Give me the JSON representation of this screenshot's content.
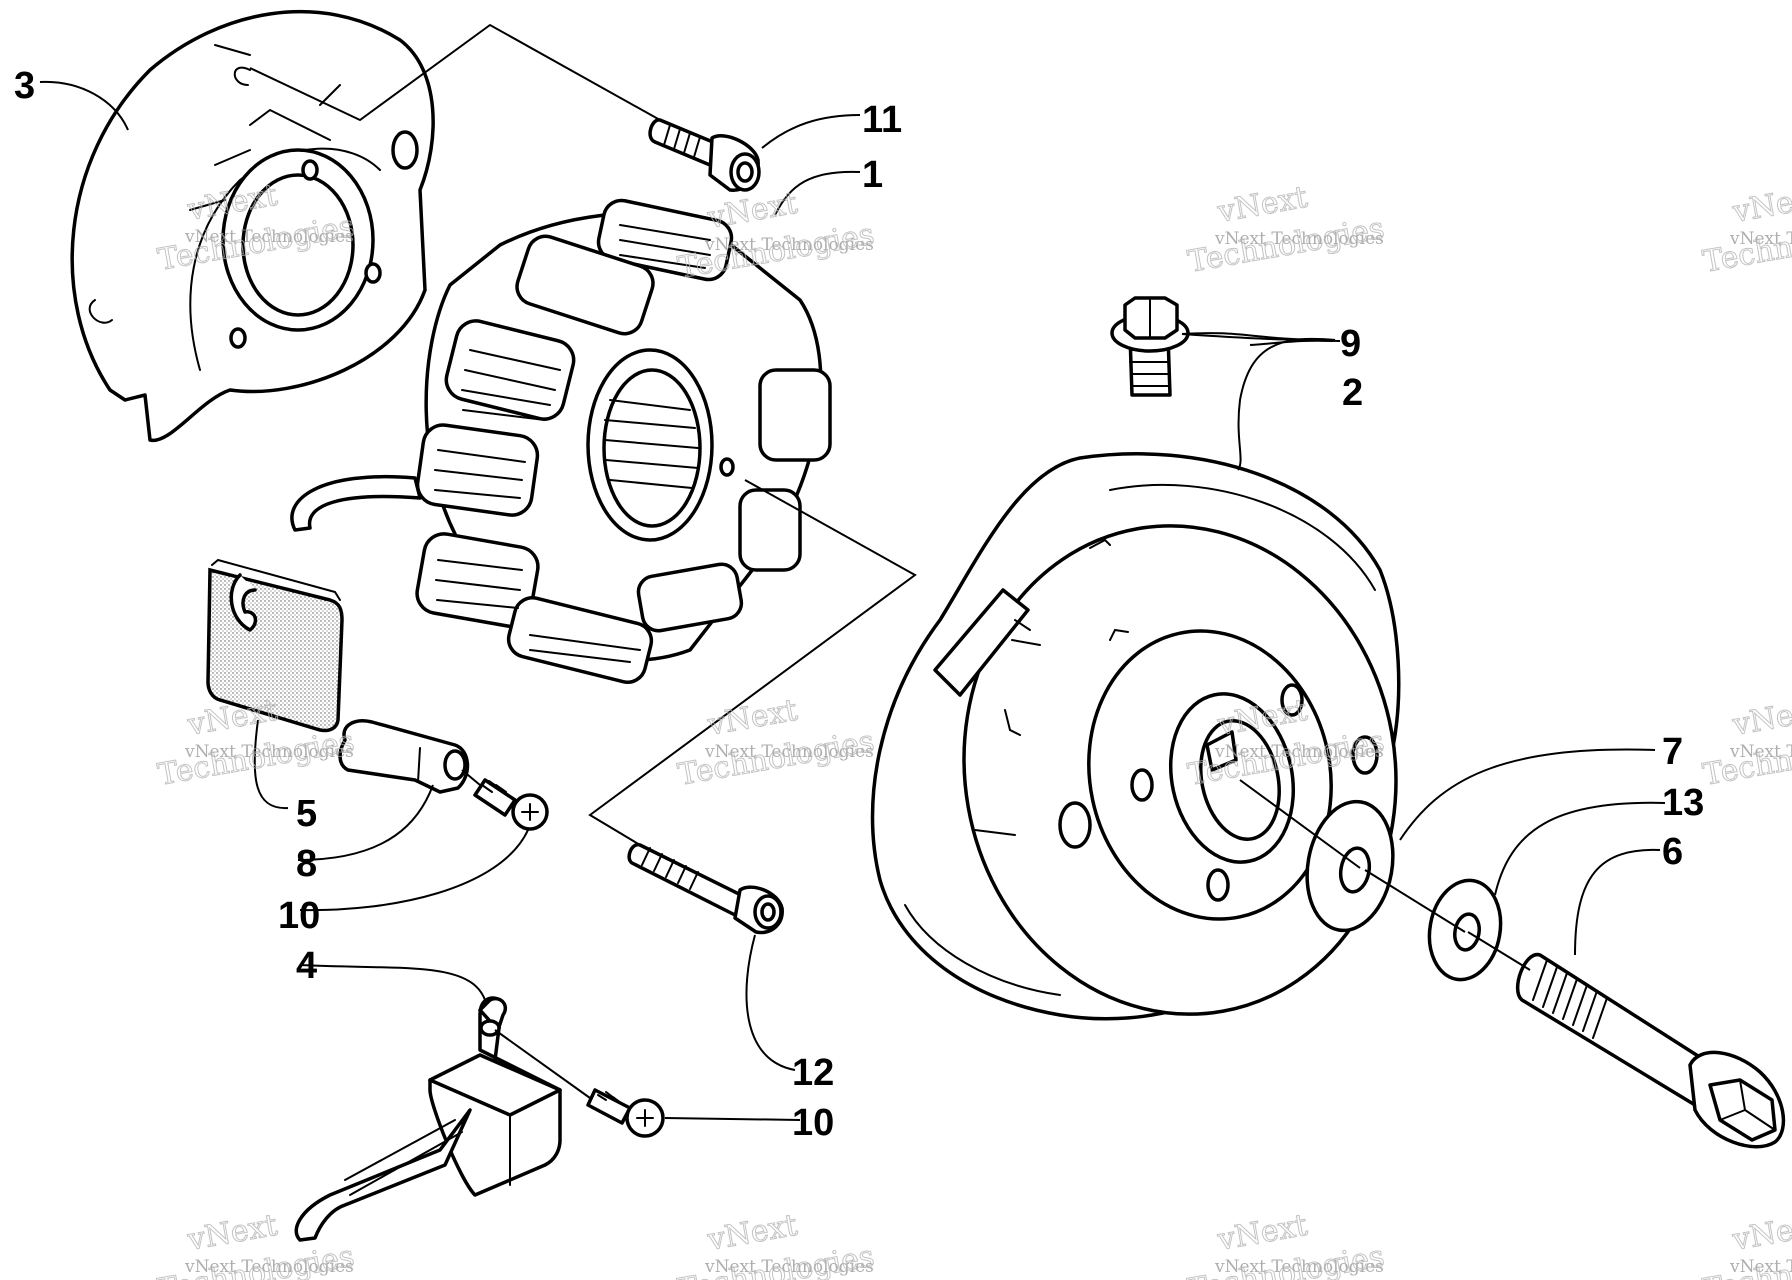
{
  "callouts": [
    {
      "id": "c1",
      "text": "1"
    },
    {
      "id": "c2",
      "text": "2"
    },
    {
      "id": "c3",
      "text": "3"
    },
    {
      "id": "c4",
      "text": "4"
    },
    {
      "id": "c5",
      "text": "5"
    },
    {
      "id": "c6",
      "text": "6"
    },
    {
      "id": "c7",
      "text": "7"
    },
    {
      "id": "c8",
      "text": "8"
    },
    {
      "id": "c9",
      "text": "9"
    },
    {
      "id": "c10a",
      "text": "10"
    },
    {
      "id": "c10b",
      "text": "10"
    },
    {
      "id": "c11",
      "text": "11"
    },
    {
      "id": "c12",
      "text": "12"
    },
    {
      "id": "c13",
      "text": "13"
    }
  ],
  "watermark": {
    "line1": "vNext Technologies",
    "line2a": "vNext",
    "line2b": "Technologies"
  },
  "colors": {
    "ink": "#000000",
    "background": "#ffffff",
    "watermark": "#9a9a9a"
  }
}
